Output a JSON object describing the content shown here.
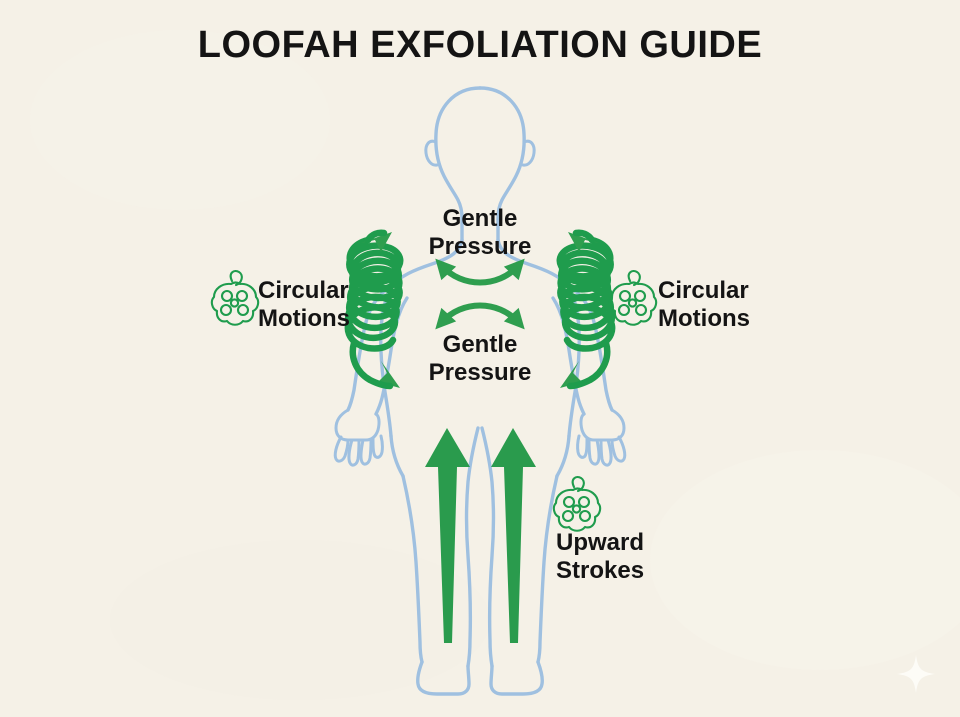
{
  "poster": {
    "title": "LOOFAH EXFOLIATION GUIDE",
    "background_color": "#f5f1e7",
    "accent_green": "#2f9e4f",
    "body_blue": "#9fc0e0",
    "text_color": "#141414"
  },
  "labels": {
    "left_circular_line1": "Circular",
    "left_circular_line2": "Motions",
    "right_circular_line1": "Circular",
    "right_circular_line2": "Motions",
    "chest_pressure_line1": "Gentle",
    "chest_pressure_line2": "Pressure",
    "abdomen_pressure_line1": "Gentle",
    "abdomen_pressure_line2": "Pressure",
    "upward_line1": "Upward",
    "upward_line2": "Strokes"
  },
  "icons": {
    "loofah_left": "loofah-icon",
    "loofah_right": "loofah-icon",
    "loofah_legs": "loofah-icon",
    "sparkle": "sparkle-icon"
  },
  "annotations": [
    {
      "id": "left-arm-spiral",
      "name": "circular-motion-spiral-left",
      "technique": "Circular Motions",
      "region": "left arm",
      "motion": "spiral / helix, bidirectional"
    },
    {
      "id": "right-arm-spiral",
      "name": "circular-motion-spiral-right",
      "technique": "Circular Motions",
      "region": "right arm",
      "motion": "spiral / helix, bidirectional"
    },
    {
      "id": "chest-arc",
      "name": "gentle-pressure-arc-chest",
      "technique": "Gentle Pressure",
      "region": "chest",
      "motion": "double-headed arc, outward sweep"
    },
    {
      "id": "abdomen-arc",
      "name": "gentle-pressure-arc-abdomen",
      "technique": "Gentle Pressure",
      "region": "abdomen",
      "motion": "double-headed arc, outward sweep"
    },
    {
      "id": "left-leg-arrow",
      "name": "upward-stroke-arrow-left",
      "technique": "Upward Strokes",
      "region": "left leg",
      "motion": "straight tapered arrow, upward"
    },
    {
      "id": "right-leg-arrow",
      "name": "upward-stroke-arrow-right",
      "technique": "Upward Strokes",
      "region": "right leg",
      "motion": "straight tapered arrow, upward"
    }
  ]
}
